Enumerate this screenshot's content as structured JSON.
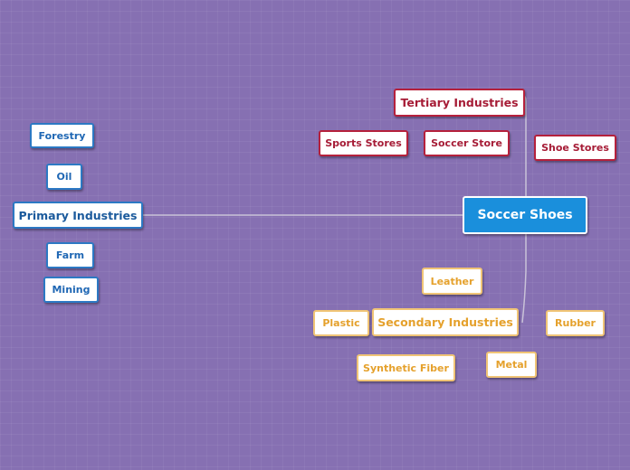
{
  "central": {
    "label": "Soccer Shoes",
    "color": "#1a8fdc"
  },
  "branches": {
    "primary": {
      "label": "Primary Industries",
      "color": "#2c79c4",
      "children": [
        "Forestry",
        "Oil",
        "Farm",
        "Mining"
      ]
    },
    "tertiary": {
      "label": "Tertiary Industries",
      "color": "#b5213c",
      "children": [
        "Sports Stores",
        "Soccer Store",
        "Shoe Stores"
      ]
    },
    "secondary": {
      "label": "Secondary Industries",
      "color": "#f0c476",
      "children": [
        "Leather",
        "Plastic",
        "Rubber",
        "Synthetic Fiber",
        "Metal"
      ]
    }
  },
  "background_color": "#8670b2"
}
